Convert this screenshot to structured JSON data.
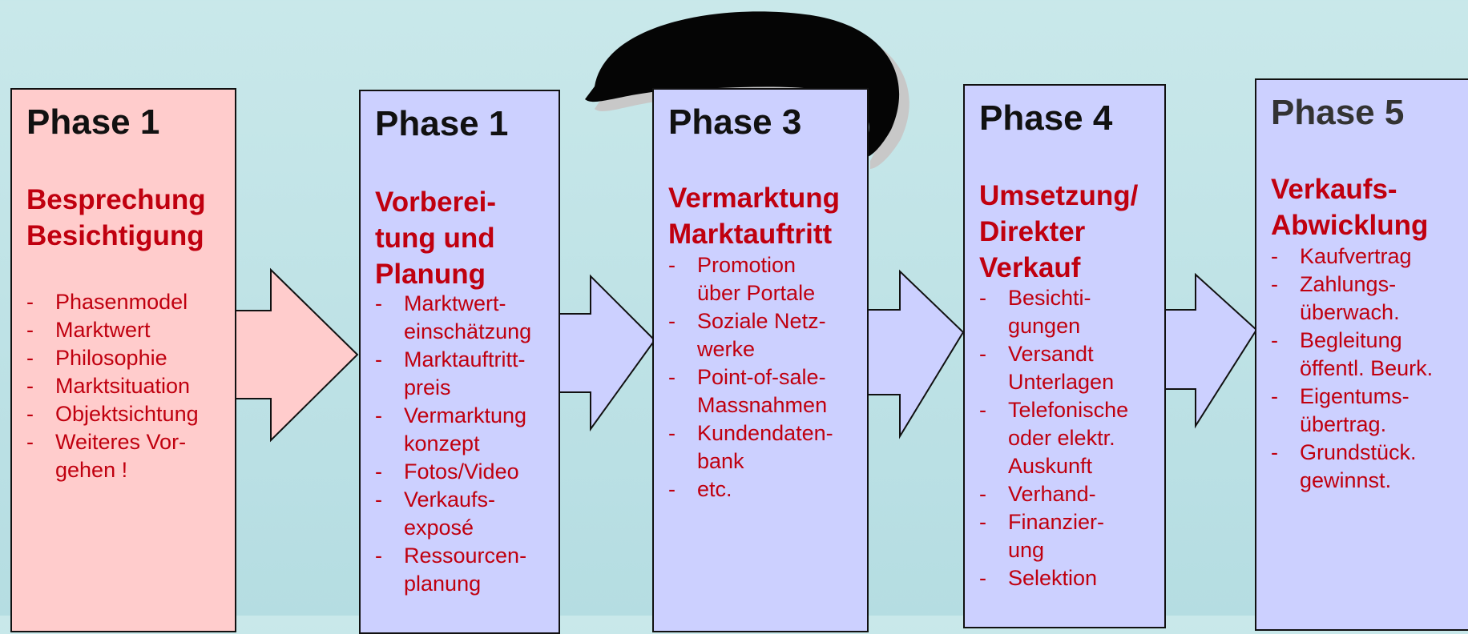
{
  "colors": {
    "background": "#c3e4e6",
    "phase1_fill": "#ffcccc",
    "phase_fill": "#ccd0ff",
    "heading_red": "#c0000f",
    "title_dark": "#111111",
    "phase5_title": "#333333"
  },
  "decoration": {
    "name": "black-swoosh-logo"
  },
  "phases": [
    {
      "title": "Phase 1",
      "heading": "Besprechung Besichtigung",
      "items": [
        "Phasenmodel",
        "Marktwert",
        "Philosophie",
        "Marktsituation",
        "Objektsichtung",
        "Weiteres Vor-gehen !"
      ]
    },
    {
      "title": "Phase 1",
      "heading": "Vorberei-tung und Planung",
      "items": [
        "Marktwert-einschätzung",
        "Marktauftritt-preis",
        "Vermarktung konzept",
        "Fotos/Video",
        "Verkaufs-exposé",
        "Ressourcen-planung"
      ]
    },
    {
      "title": "Phase 3",
      "heading": "Vermarktung Marktauftritt",
      "items": [
        "Promotion über Portale",
        "Soziale Netz-werke",
        "Point-of-sale-Massnahmen",
        "Kundendaten-bank",
        "etc."
      ]
    },
    {
      "title": "Phase 4",
      "heading": "Umsetzung/ Direkter Verkauf",
      "items": [
        "Besichti-gungen",
        "Versandt Unterlagen",
        "Telefonische oder elektr. Auskunft",
        "Verhand-",
        "Finanzier-ung",
        "Selektion"
      ]
    },
    {
      "title": "Phase 5",
      "heading": "Verkaufs-Abwicklung",
      "items": [
        "Kaufvertrag",
        "Zahlungs-überwach.",
        "Begleitung öffentl. Beurk.",
        "Eigentums-übertrag.",
        "Grundstück. gewinnst."
      ]
    }
  ]
}
